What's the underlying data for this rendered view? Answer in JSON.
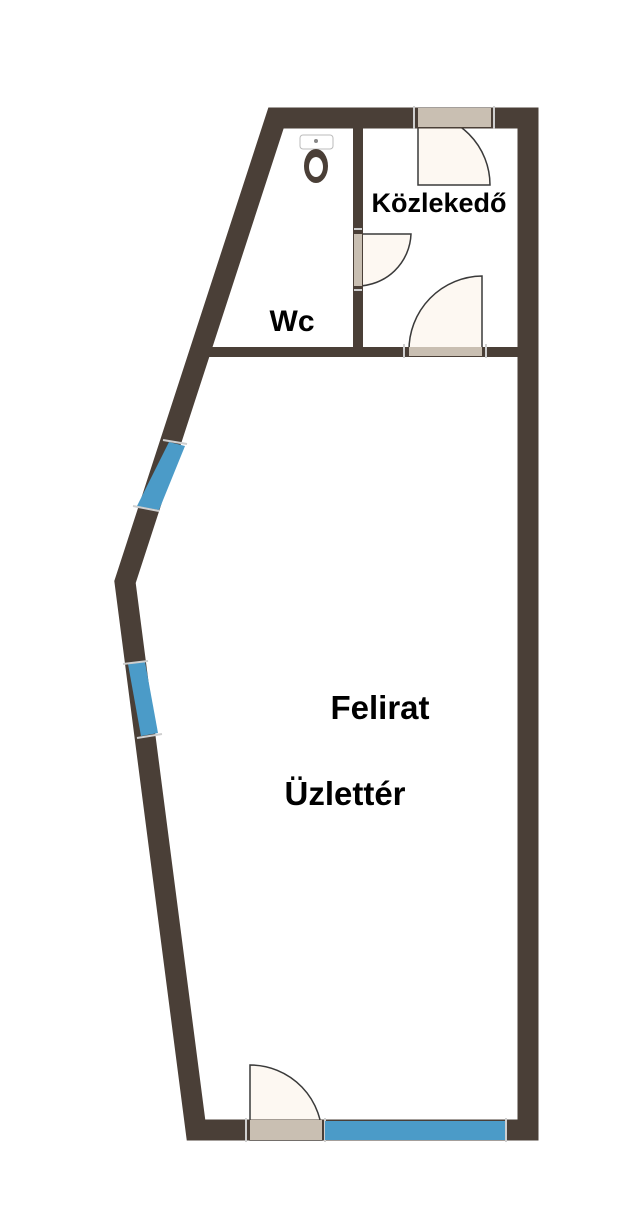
{
  "rooms": {
    "wc": "Wc",
    "corridor": "Közlekedő",
    "sign": "Felirat",
    "shop": "Üzlettér"
  },
  "colors": {
    "wall": "#4a3f37",
    "window": "#4b9bc8",
    "door_leaf": "#c9bfb2",
    "door_swing": "#fdf8f2",
    "background": "#ffffff"
  },
  "icons": [
    "toilet-icon"
  ]
}
